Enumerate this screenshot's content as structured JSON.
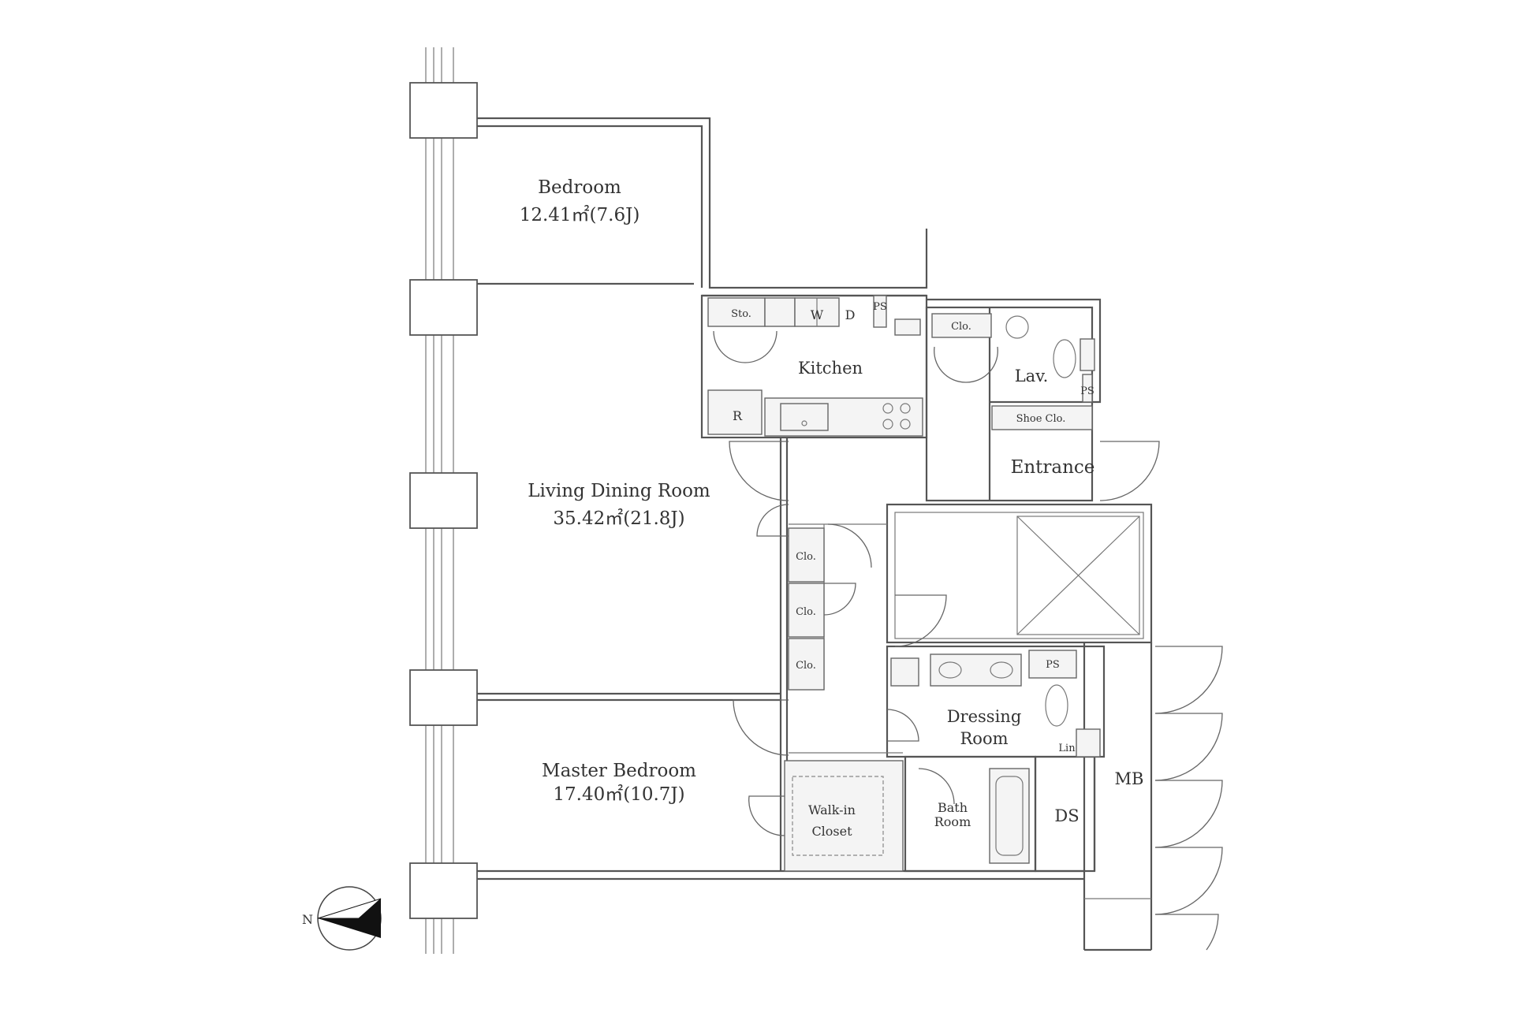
{
  "rooms": {
    "bedroom": {
      "name": "Bedroom",
      "area": "12.41㎡(7.6J)"
    },
    "living": {
      "name": "Living Dining Room",
      "area": "35.42㎡(21.8J)"
    },
    "master": {
      "name": "Master Bedroom",
      "area": "17.40㎡(10.7J)"
    },
    "kitchen": "Kitchen",
    "lav": "Lav.",
    "entrance": "Entrance",
    "dressing": {
      "line1": "Dressing",
      "line2": "Room"
    },
    "bath": {
      "line1": "Bath",
      "line2": "Room"
    },
    "walkin": {
      "line1": "Walk-in",
      "line2": "Closet"
    },
    "ds": "DS",
    "mb": "MB"
  },
  "fixtures": {
    "sto": "Sto.",
    "w": "W",
    "d": "D",
    "ps_top": "PS",
    "r": "R",
    "clo_top": "Clo.",
    "ps_lav": "PS",
    "shoe": "Shoe Clo.",
    "clo1": "Clo.",
    "clo2": "Clo.",
    "clo3": "Clo.",
    "ps_dress": "PS",
    "lin": "Lin"
  },
  "compass": {
    "label": "N"
  },
  "colors": {
    "wall": "#555555",
    "text": "#333333"
  }
}
